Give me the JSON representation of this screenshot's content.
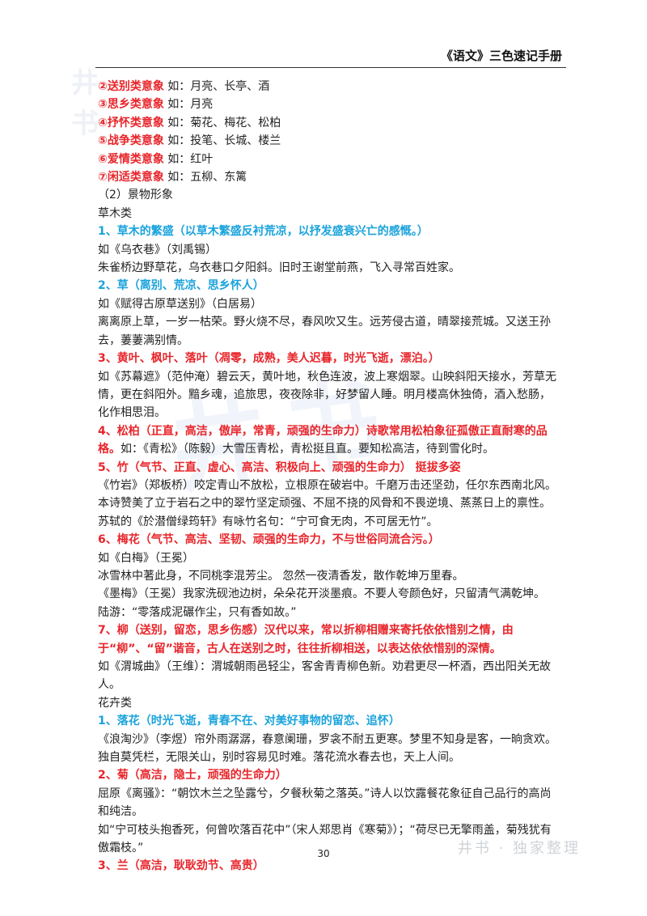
{
  "header": {
    "title": "《语文》三色速记手册"
  },
  "lines": [
    [
      {
        "t": "②送别类意象",
        "c": "red"
      },
      {
        "t": " 如：月亮、长亭、酒",
        "c": ""
      }
    ],
    [
      {
        "t": "③思乡类意象",
        "c": "red"
      },
      {
        "t": " 如：月亮",
        "c": ""
      }
    ],
    [
      {
        "t": "④抒怀类意象",
        "c": "red"
      },
      {
        "t": " 如：菊花、梅花、松柏",
        "c": ""
      }
    ],
    [
      {
        "t": "⑤战争类意象",
        "c": "red"
      },
      {
        "t": " 如：投笔、长城、楼兰",
        "c": ""
      }
    ],
    [
      {
        "t": "⑥爱情类意象",
        "c": "red"
      },
      {
        "t": " 如：红叶",
        "c": ""
      }
    ],
    [
      {
        "t": "⑦闲适类意象",
        "c": "red"
      },
      {
        "t": " 如：五柳、东篱",
        "c": ""
      }
    ],
    [
      {
        "t": "（2）景物形象",
        "c": ""
      }
    ],
    [
      {
        "t": "草木类",
        "c": ""
      }
    ],
    [
      {
        "t": "1、草木的繁盛（以草木繁盛反衬荒凉，以抒发盛衰兴亡的感慨。）",
        "c": "blue"
      }
    ],
    [
      {
        "t": "如《乌衣巷》（刘禹锡）",
        "c": ""
      }
    ],
    [
      {
        "t": "朱雀桥边野草花，乌衣巷口夕阳斜。旧时王谢堂前燕，飞入寻常百姓家。",
        "c": ""
      }
    ],
    [
      {
        "t": "2、草（离别、荒凉、思乡怀人）",
        "c": "blue"
      }
    ],
    [
      {
        "t": "如《赋得古原草送别》（白居易）",
        "c": ""
      }
    ],
    [
      {
        "t": "离离原上草，一岁一枯荣。野火烧不尽，春风吹又生。远芳侵古道，晴翠接荒城。又送王孙去，萋萋满别情。",
        "c": ""
      }
    ],
    [
      {
        "t": "3、黄叶、枫叶、落叶（凋零，成熟，美人迟暮，时光飞逝，漂泊。）",
        "c": "red"
      }
    ],
    [
      {
        "t": "如《苏幕遮》（范仲淹）碧云天，黄叶地，秋色连波，波上寒烟翠。山映斜阳天接水，芳草无情，更在斜阳外。黯乡魂，追旅思，夜夜除非，好梦留人睡。明月楼高休独倚，酒入愁肠，化作相思泪。",
        "c": ""
      }
    ],
    [
      {
        "t": "4、松柏（正直，高洁，傲岸，常青，顽强的生命力）诗歌常用松柏象征孤傲正直耐寒的品格。",
        "c": "red"
      },
      {
        "t": "如：《青松》（陈毅）大雪压青松，青松挺且直。要知松高洁，待到雪化时。",
        "c": ""
      }
    ],
    [
      {
        "t": "5、竹（气节、正直、虚心、高洁、积极向上、顽强的生命力） 挺拔多姿",
        "c": "red"
      }
    ],
    [
      {
        "t": "《竹岩》（郑板桥）咬定青山不放松，立根原在破岩中。千磨万击还坚劲，任尔东西南北风。本诗赞美了立于岩石之中的翠竹坚定顽强、不屈不挠的风骨和不畏逆境、蒸蒸日上的禀性。苏轼的《於潜僧绿筠轩》有咏竹名句：“宁可食无肉，不可居无竹”。",
        "c": ""
      }
    ],
    [
      {
        "t": "6、梅花（气节、高洁、坚韧、顽强的生命力，不与世俗同流合污。）",
        "c": "red"
      }
    ],
    [
      {
        "t": "如《白梅》（王冕）",
        "c": ""
      }
    ],
    [
      {
        "t": "冰雪林中著此身，不同桃李混芳尘。 忽然一夜清香发，散作乾坤万里春。",
        "c": ""
      }
    ],
    [
      {
        "t": "《墨梅》（王冕）我家洗砚池边树，朵朵花开淡墨痕。不要人夸颜色好，只留清气满乾坤。",
        "c": ""
      }
    ],
    [
      {
        "t": "陆游：“零落成泥碾作尘，只有香如故。”",
        "c": ""
      }
    ],
    [
      {
        "t": "7、柳（送别，留恋，思乡伤感）汉代以来，常以折柳相赠来寄托依依惜别之情，由于“柳”、“留”谐音，古人在送别之时，往往折柳相送，以表达依依惜别的深情。",
        "c": "red"
      }
    ],
    [
      {
        "t": "如《渭城曲》（王维）：渭城朝雨邑轻尘，客舍青青柳色新。劝君更尽一杯酒，西出阳关无故人。",
        "c": ""
      }
    ],
    [
      {
        "t": "花卉类",
        "c": ""
      }
    ],
    [
      {
        "t": "1、落花（时光飞逝，青春不在、对美好事物的留恋、追怀）",
        "c": "blue"
      }
    ],
    [
      {
        "t": "《浪淘沙》（李煜）帘外雨潺潺，春意阑珊，罗衾不耐五更寒。梦里不知身是客，一晌贪欢。独自莫凭栏，无限关山，别时容易见时难。落花流水春去也，天上人间。",
        "c": ""
      }
    ],
    [
      {
        "t": "2、菊（高洁，隐士，顽强的生命力）",
        "c": "red"
      }
    ],
    [
      {
        "t": "屈原《离骚》：“朝饮木兰之坠露兮，夕餐秋菊之落英。”诗人以饮露餐花象征自己品行的高尚和纯洁。",
        "c": ""
      }
    ],
    [
      {
        "t": "如“宁可枝头抱香死，何曾吹落百花中”（宋人郑思肖《寒菊》）；“荷尽已无擎雨盖，菊残犹有傲霜枝。”",
        "c": ""
      }
    ],
    [
      {
        "t": "3、兰（高洁，耿耿劲节、高贵）",
        "c": "red"
      }
    ]
  ],
  "watermark": {
    "logo": "井书",
    "big": "井书",
    "bottom": "井书 · 独家整理"
  },
  "page_number": "30",
  "colors": {
    "red": "#e8252b",
    "blue": "#1aa3dc"
  }
}
